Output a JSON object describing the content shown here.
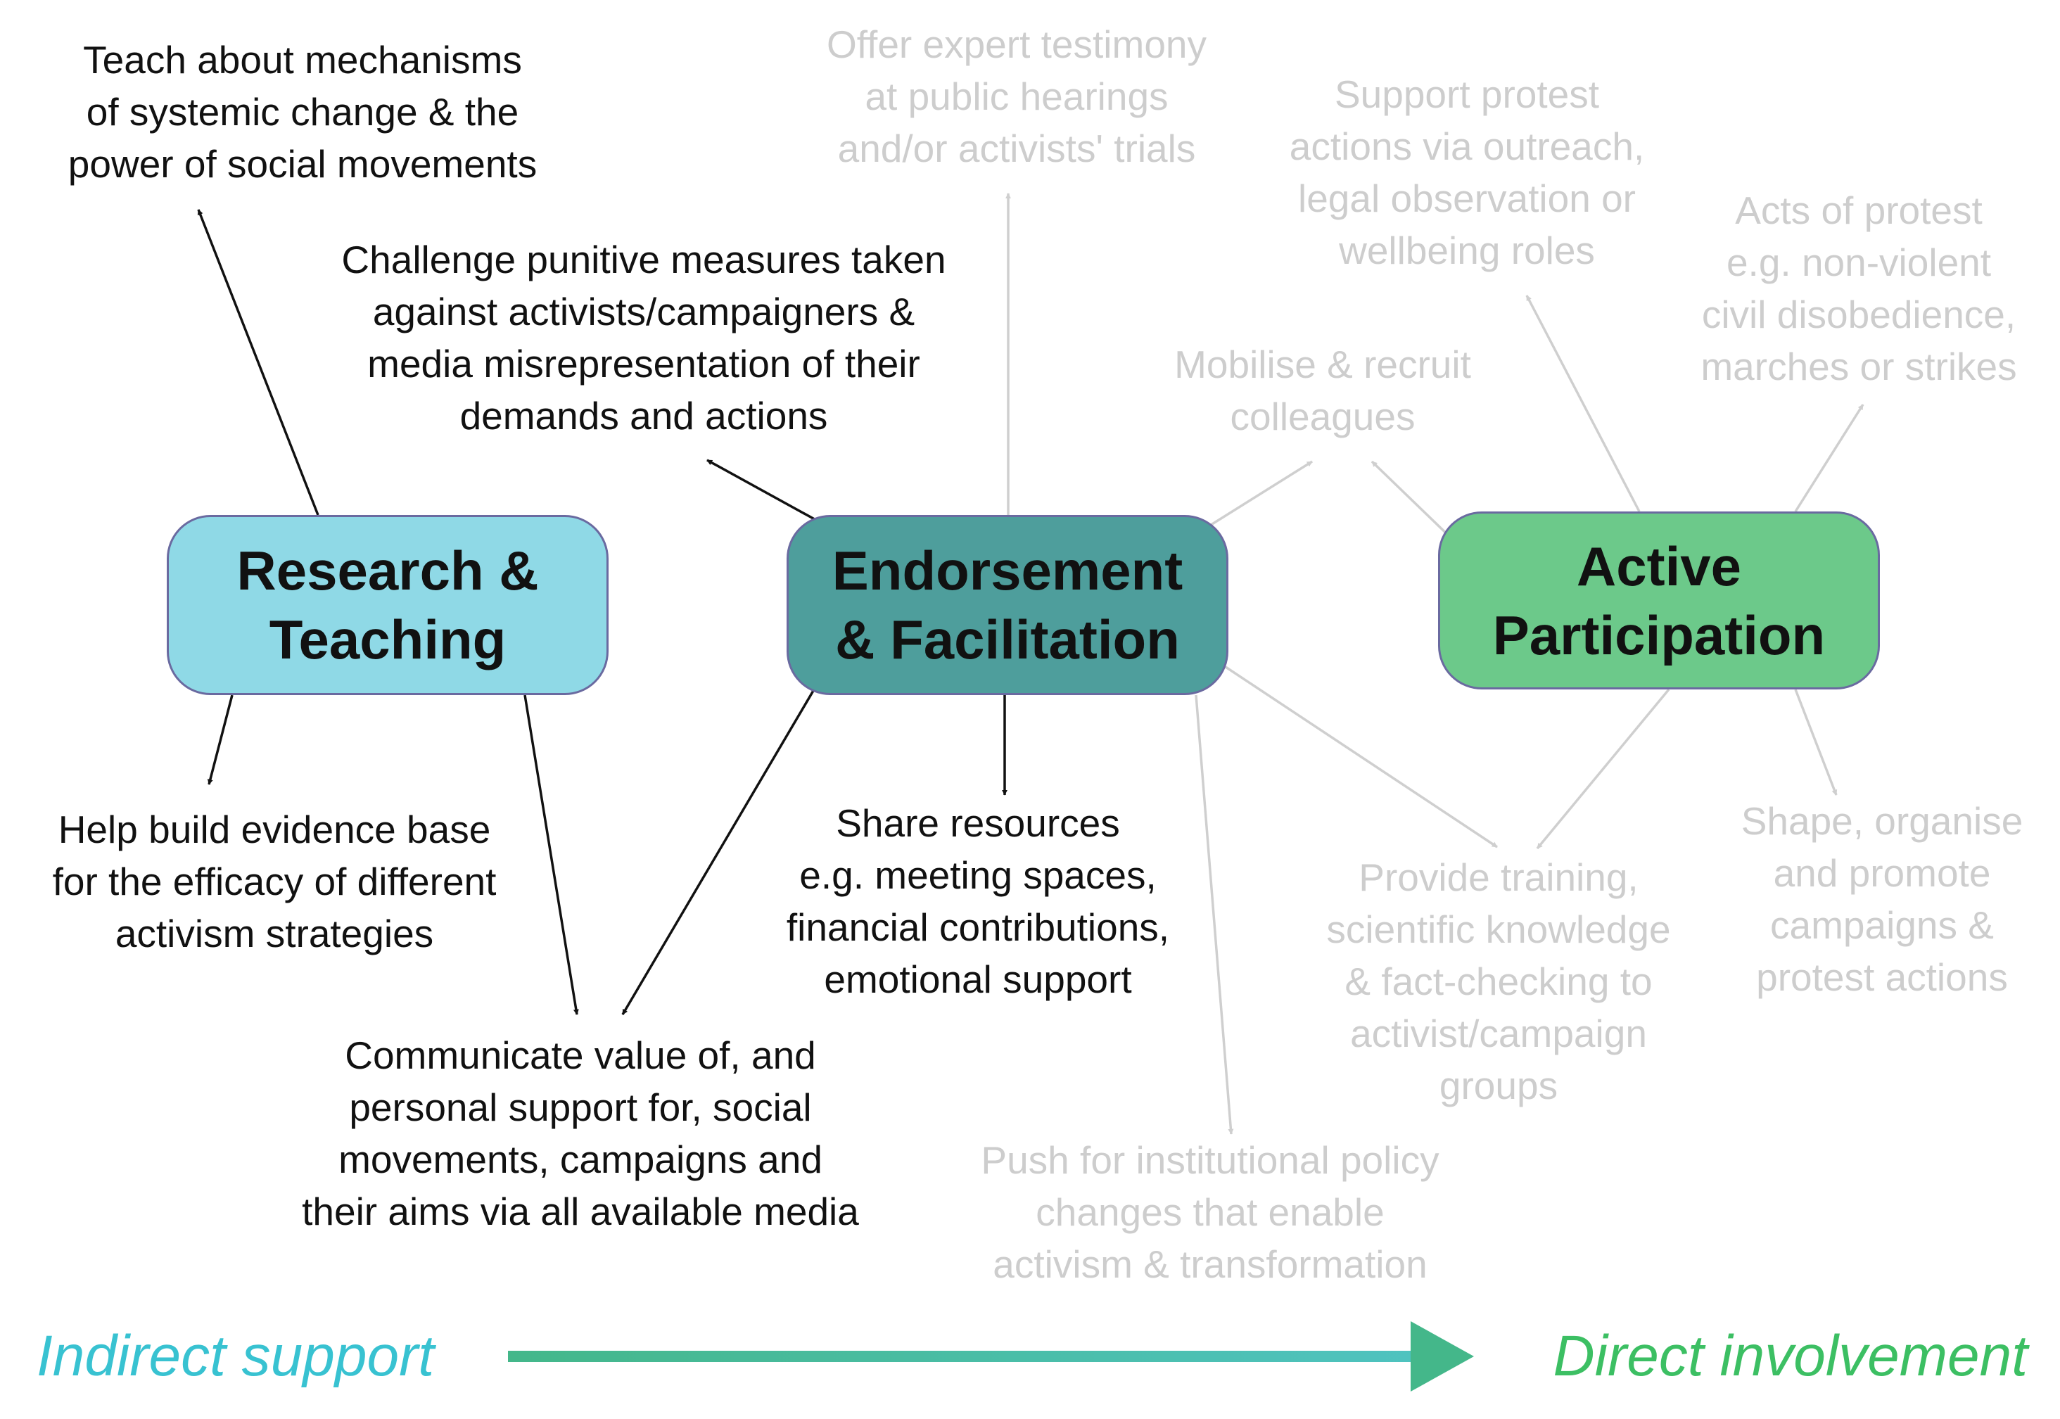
{
  "colors": {
    "research_box": "#8fd9e6",
    "endorsement_box": "#4e9e9c",
    "active_box": "#6cc98a",
    "dark_text": "#111111",
    "faded_text": "#cdcdcd",
    "indirect_label": "#38c2d1",
    "direct_label": "#3cbf63",
    "scale_arrow_start": "#44b78a",
    "scale_arrow_end": "#4fc3c0"
  },
  "boxes": {
    "research": {
      "lines": [
        "Research &",
        "Teaching"
      ]
    },
    "endorsement": {
      "lines": [
        "Endorsement",
        "& Facilitation"
      ]
    },
    "active": {
      "lines": [
        "Active",
        "Participation"
      ]
    }
  },
  "nodes": {
    "teach_mechanisms": [
      "Teach about mechanisms",
      "of systemic change & the",
      "power of social movements"
    ],
    "challenge_punitive": [
      "Challenge punitive measures taken",
      "against activists/campaigners &",
      "media misrepresentation of their",
      "demands and actions"
    ],
    "evidence_base": [
      "Help build evidence base",
      "for the efficacy of different",
      "activism strategies"
    ],
    "communicate_value": [
      "Communicate value of, and",
      "personal support for, social",
      "movements, campaigns and",
      "their aims via all available media"
    ],
    "share_resources": [
      "Share resources",
      "e.g. meeting spaces,",
      "financial contributions,",
      "emotional support"
    ],
    "expert_testimony": [
      "Offer expert testimony",
      "at public hearings",
      "and/or activists' trials"
    ],
    "support_protest": [
      "Support protest",
      "actions via outreach,",
      "legal observation or",
      "wellbeing roles"
    ],
    "acts_of_protest": [
      "Acts of protest",
      "e.g. non-violent",
      "civil disobedience,",
      "marches or strikes"
    ],
    "mobilise": [
      "Mobilise & recruit",
      "colleagues"
    ],
    "provide_training": [
      "Provide training,",
      "scientific knowledge",
      "& fact-checking to",
      "activist/campaign",
      "groups"
    ],
    "shape_campaigns": [
      "Shape, organise",
      "and promote",
      "campaigns &",
      "protest actions"
    ],
    "push_policy": [
      "Push for institutional policy",
      "changes that enable",
      "activism & transformation"
    ]
  },
  "scale": {
    "left_label": "Indirect support",
    "right_label": "Direct involvement"
  }
}
